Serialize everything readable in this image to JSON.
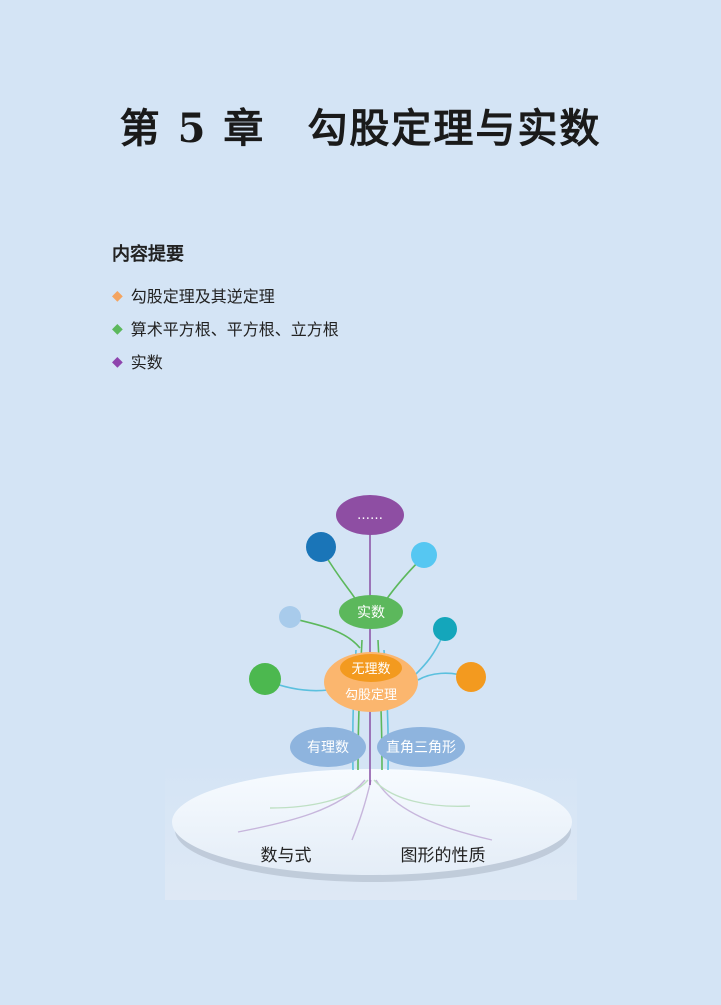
{
  "title": "第 5 章　勾股定理与实数",
  "summary": {
    "heading": "内容提要",
    "items": [
      {
        "label": "勾股定理及其逆定理",
        "color": "#f4a460"
      },
      {
        "label": "算术平方根、平方根、立方根",
        "color": "#5cb85c"
      },
      {
        "label": "实数",
        "color": "#8e44ad"
      }
    ]
  },
  "diagram": {
    "top": "……",
    "real": "实数",
    "irrational": "无理数",
    "pythagoras": "勾股定理",
    "rational": "有理数",
    "right_triangle": "直角三角形",
    "base_left": "数与式",
    "base_right": "图形的性质"
  }
}
